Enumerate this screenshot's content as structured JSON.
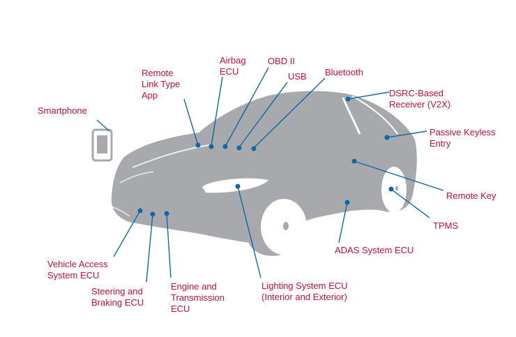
{
  "colors": {
    "label": "#c8102e",
    "line": "#0a6aa8",
    "car_body": "#a7a9ac",
    "car_detail": "#ffffff"
  },
  "icons": [
    "car-silhouette-icon",
    "smartphone-icon"
  ],
  "labels": {
    "smartphone": [
      "Smartphone"
    ],
    "remote_link_type_app": [
      "Remote",
      "Link Type",
      "App"
    ],
    "airbag_ecu": [
      "Airbag",
      "ECU"
    ],
    "obd_ii": [
      "OBD II"
    ],
    "usb": [
      "USB"
    ],
    "bluetooth": [
      "Bluetooth"
    ],
    "dsrc_receiver": [
      "DSRC-Based",
      "Receiver (V2X)"
    ],
    "passive_keyless_entry": [
      "Passive Keyless",
      "Entry"
    ],
    "remote_key": [
      "Remote Key"
    ],
    "tpms": [
      "TPMS"
    ],
    "adas_system_ecu": [
      "ADAS System ECU"
    ],
    "lighting_system_ecu": [
      "Lighting System ECU",
      "(Interior and Exterior)"
    ],
    "engine_transmission_ecu": [
      "Engine and",
      "Transmission",
      "ECU"
    ],
    "steering_braking_ecu": [
      "Steering and",
      "Braking ECU"
    ],
    "vehicle_access_system_ecu": [
      "Vehicle Access",
      "System ECU"
    ]
  }
}
